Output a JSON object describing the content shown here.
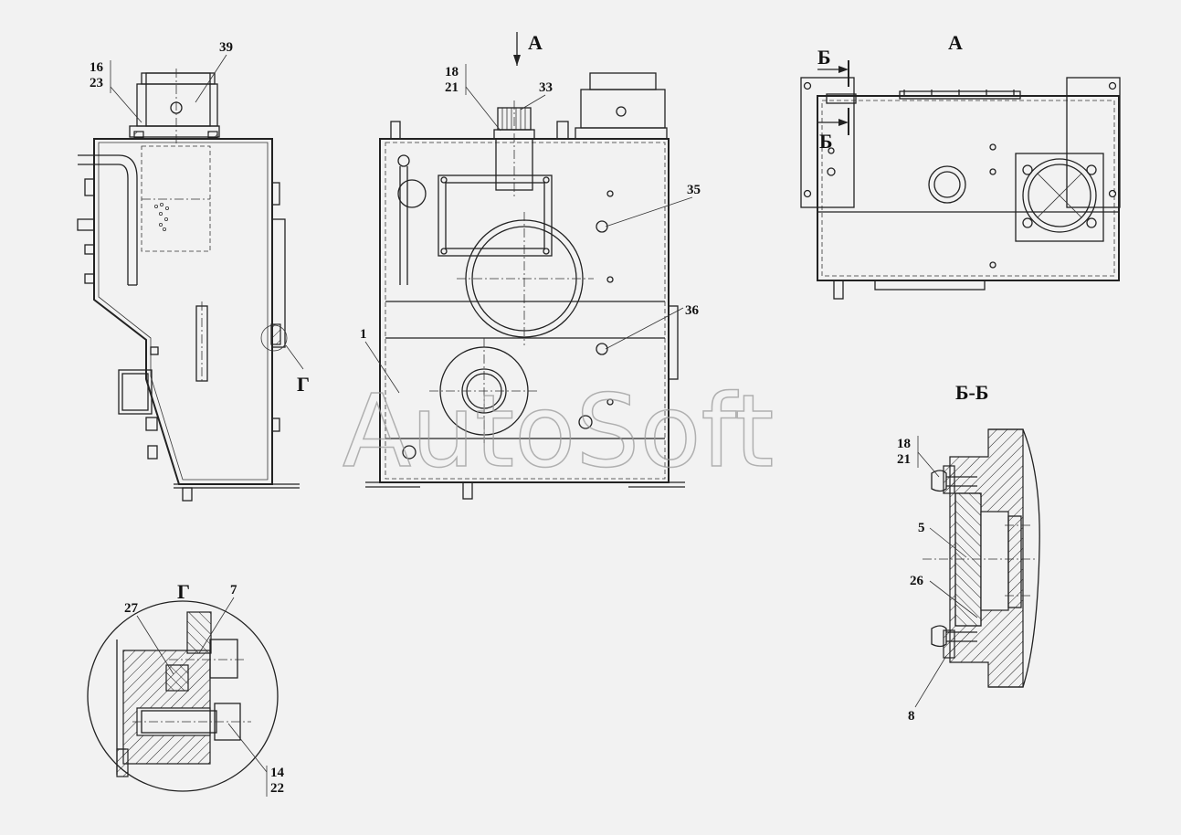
{
  "watermark": "AutoSoft",
  "view_labels": {
    "arrow_a": "А",
    "view_a": "А",
    "section_mark_top": "Б",
    "section_mark_bottom": "Б",
    "section_bb": "Б-Б",
    "detail_g": "Г",
    "detail_g_title": "Г"
  },
  "callouts": {
    "c16": "16",
    "c23": "23",
    "c39": "39",
    "c18a": "18",
    "c21a": "21",
    "c33": "33",
    "c35": "35",
    "c36": "36",
    "c1": "1",
    "c27": "27",
    "c7": "7",
    "c14": "14",
    "c22": "22",
    "c18b": "18",
    "c21b": "21",
    "c5": "5",
    "c26": "26",
    "c8": "8"
  }
}
